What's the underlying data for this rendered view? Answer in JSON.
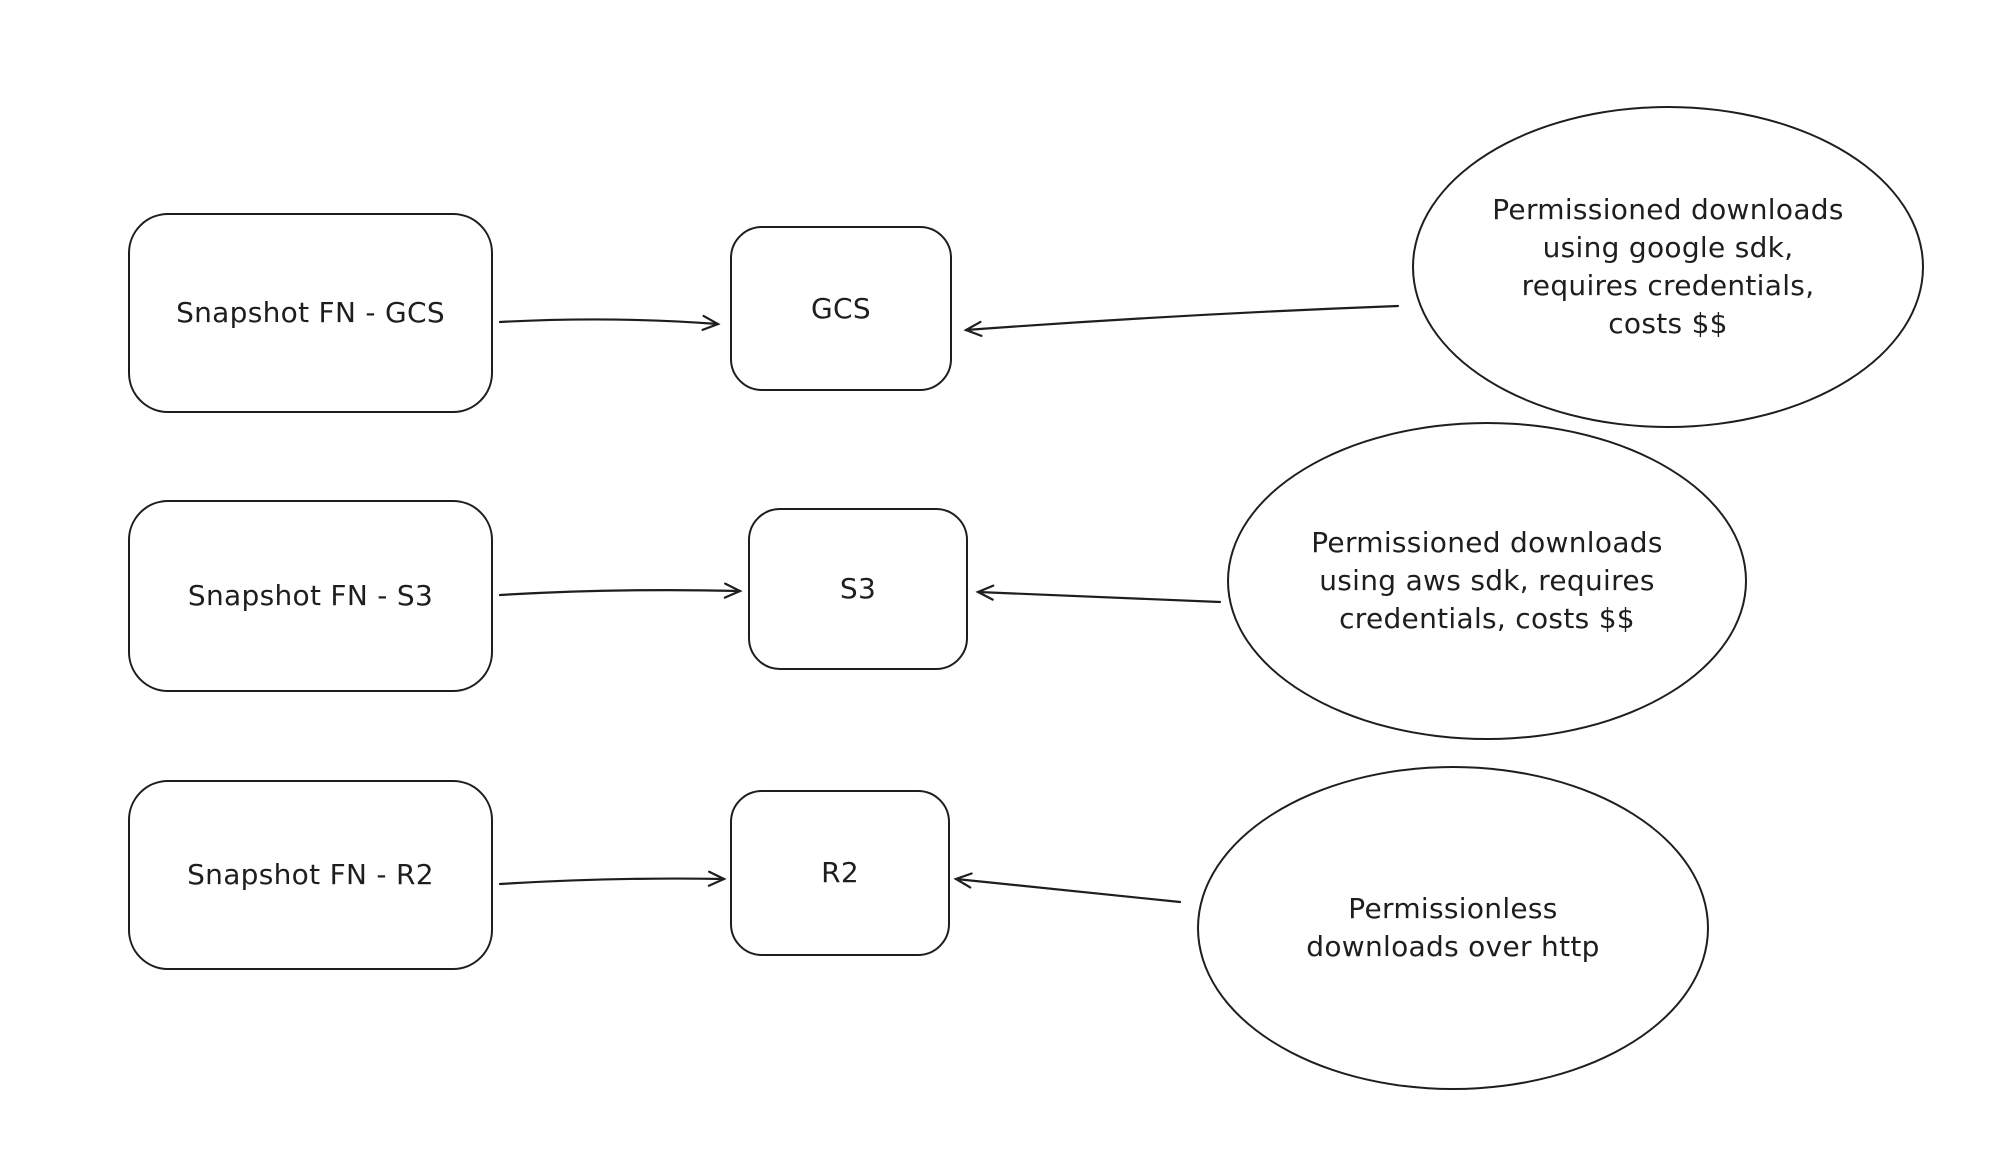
{
  "colors": {
    "background": "#ffffff",
    "stroke": "#1e1e1e",
    "text": "#1e1e1e"
  },
  "rows": [
    {
      "source_label": "Snapshot FN - GCS",
      "target_label": "GCS",
      "note": "Permissioned downloads using google sdk, requires credentials, costs $$"
    },
    {
      "source_label": "Snapshot FN - S3",
      "target_label": "S3",
      "note": "Permissioned downloads using aws sdk, requires credentials, costs $$"
    },
    {
      "source_label": "Snapshot FN - R2",
      "target_label": "R2",
      "note": "Permissionless downloads over http"
    }
  ]
}
